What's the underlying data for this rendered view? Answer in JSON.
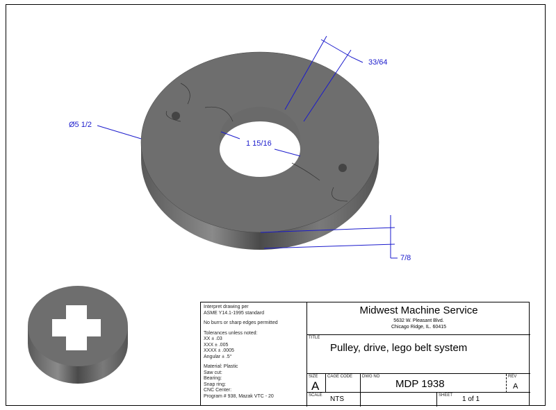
{
  "dimensions": {
    "diameter": "Ø5 1/2",
    "bore": "1 15/16",
    "slot": "33/64",
    "thickness": "7/8"
  },
  "notes": {
    "line1": "Interpret drawing per",
    "line2": "ASME Y14.1-1995 standard",
    "line3": "No burrs or sharp edges permitted",
    "line4": "Tolerances unless noted:",
    "line5": "XX ± .03",
    "line6": "XXX ± .005",
    "line7": "XXXX ± .0005",
    "line8": "Angular ± .5°",
    "line9": "Material: Plastic",
    "line10": "Saw cut:",
    "line11": "Bearing:",
    "line12": "Snap ring:",
    "line13": "CNC Center:",
    "line14": "Program # 938, Mazak VTC - 20"
  },
  "title_block": {
    "company": "Midwest Machine Service",
    "address1": "5632 W. Pleasant Blvd.",
    "address2": "Chicago Ridge, IL. 60415",
    "title_label": "TITLE",
    "title": "Pulley, drive, lego belt system",
    "size_label": "SIZE",
    "size": "A",
    "cage_label": "CAGE CODE",
    "dwg_label": "DWG NO",
    "dwg_no": "MDP 1938",
    "rev_label": "REV",
    "rev": "A",
    "scale_label": "SCALE",
    "scale": "NTS",
    "sheet_label": "SHEET",
    "sheet": "1 of 1"
  }
}
